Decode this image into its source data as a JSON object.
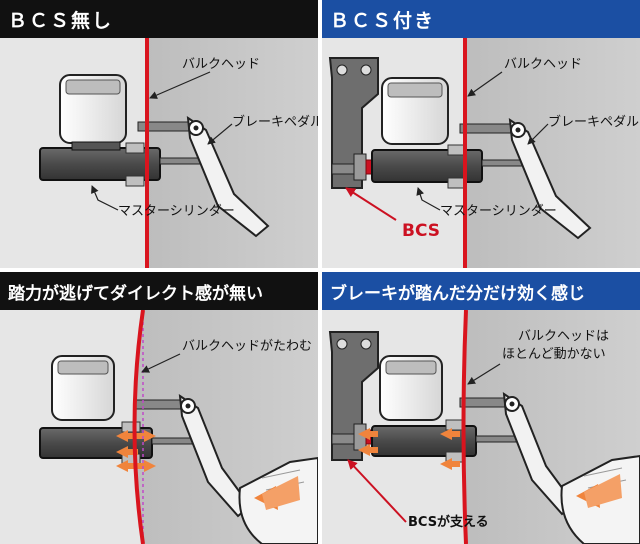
{
  "colors": {
    "header_black": "#111111",
    "header_blue": "#1b4fa3",
    "bulkhead_red": "#d9141e",
    "bcs_red": "#cc1122",
    "push_arrow": "#f0843c",
    "metal_dark": "#4a4a4a",
    "reservoir": "#f2f2f2",
    "panel_bg": "#e6e6e6"
  },
  "panels": [
    {
      "id": "top-left",
      "header": "ＢＣＳ無し",
      "header_color": "header_black",
      "labels": {
        "bulkhead": "バルクヘッド",
        "pedal": "ブレーキペダル",
        "master": "マスターシリンダー"
      }
    },
    {
      "id": "top-right",
      "header": "ＢＣＳ付き",
      "header_color": "header_blue",
      "labels": {
        "bulkhead": "バルクヘッド",
        "pedal": "ブレーキペダル",
        "master": "マスターシリンダー",
        "bcs": "BCS"
      }
    },
    {
      "id": "bottom-left",
      "header": "踏力が逃げてダイレクト感が無い",
      "header_color": "header_black",
      "labels": {
        "bulkhead": "バルクヘッドがたわむ"
      }
    },
    {
      "id": "bottom-right",
      "header": "ブレーキが踏んだ分だけ効く感じ",
      "header_color": "header_blue",
      "labels": {
        "bulkhead_line1": "バルクヘッドは",
        "bulkhead_line2": "ほとんど動かない",
        "bcs": "BCSが支える"
      }
    }
  ]
}
